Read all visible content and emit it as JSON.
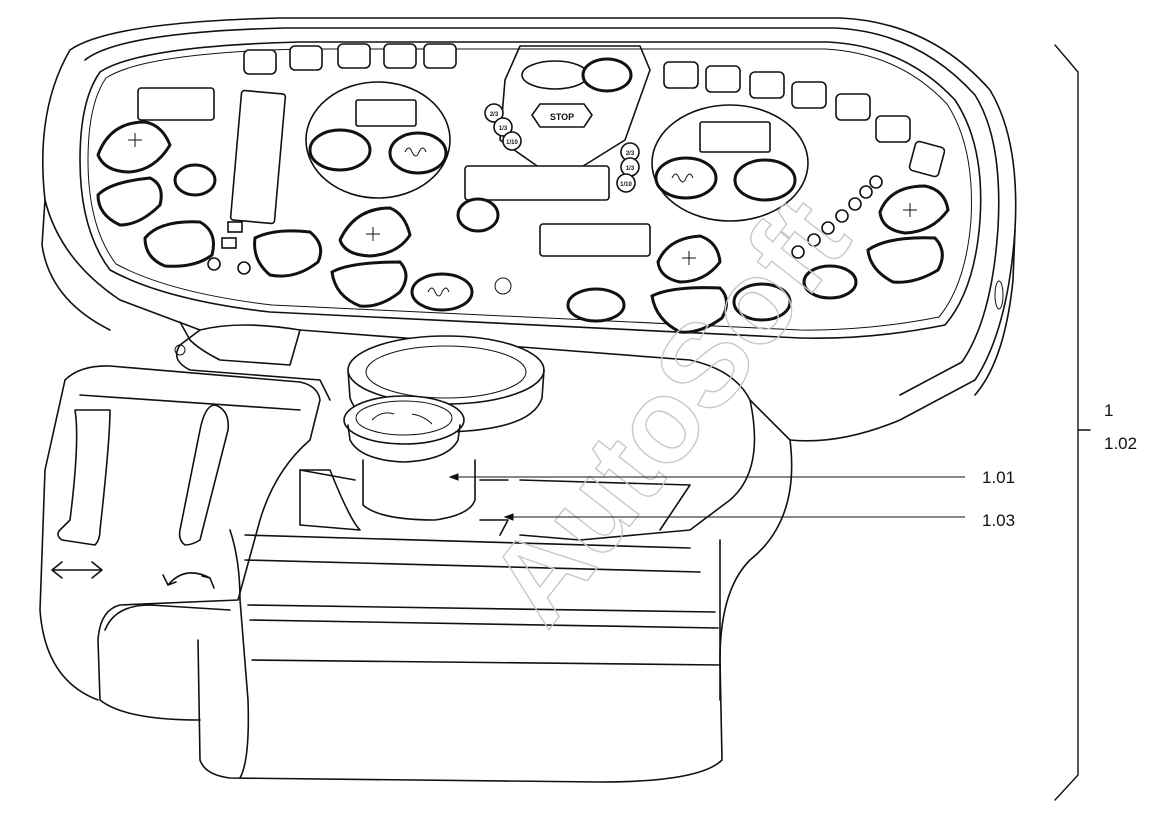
{
  "diagram": {
    "callouts": [
      {
        "id": "1.01",
        "label": "1.01"
      },
      {
        "id": "1.03",
        "label": "1.03"
      }
    ],
    "bracket_labels": [
      "1",
      "1.02"
    ],
    "watermark": "AutoSoft",
    "panel_labels": {
      "stop": "STOP",
      "speed_a": "2/3",
      "speed_b": "1/3",
      "speed_c": "1/10",
      "speed_d": "2/3",
      "speed_e": "1/3",
      "speed_f": "1/10"
    },
    "icons": [
      "fan-icon",
      "engine-icon",
      "coolant-icon",
      "oil-icon",
      "fuel-icon",
      "parking-brake-icon",
      "horn-icon",
      "battery-icon",
      "spray-icon",
      "plus-icon",
      "rotate-icon",
      "traverse-icon"
    ]
  }
}
